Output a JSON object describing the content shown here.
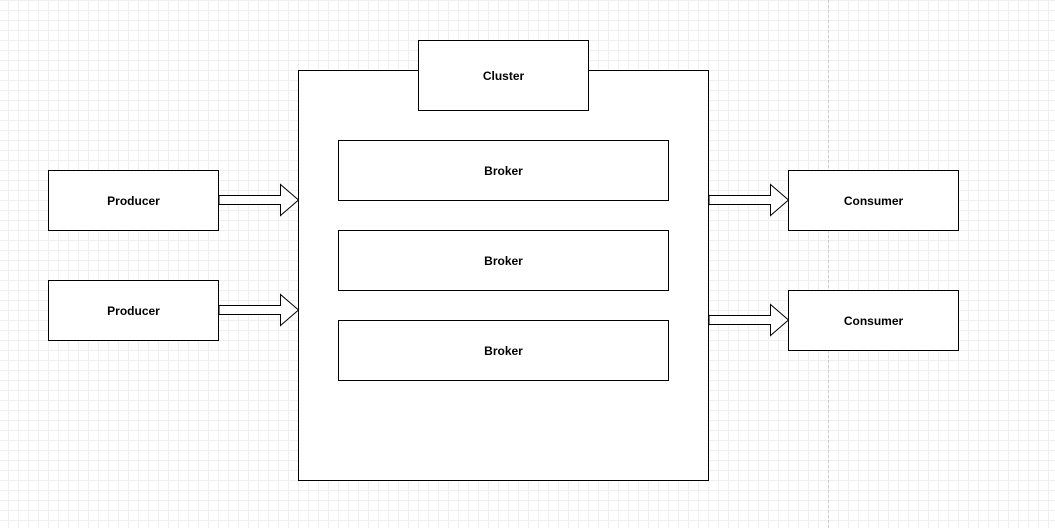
{
  "diagram": {
    "cluster": {
      "label": "Cluster"
    },
    "brokers": [
      {
        "label": "Broker"
      },
      {
        "label": "Broker"
      },
      {
        "label": "Broker"
      }
    ],
    "producers": [
      {
        "label": "Producer"
      },
      {
        "label": "Producer"
      }
    ],
    "consumers": [
      {
        "label": "Consumer"
      },
      {
        "label": "Consumer"
      }
    ]
  }
}
